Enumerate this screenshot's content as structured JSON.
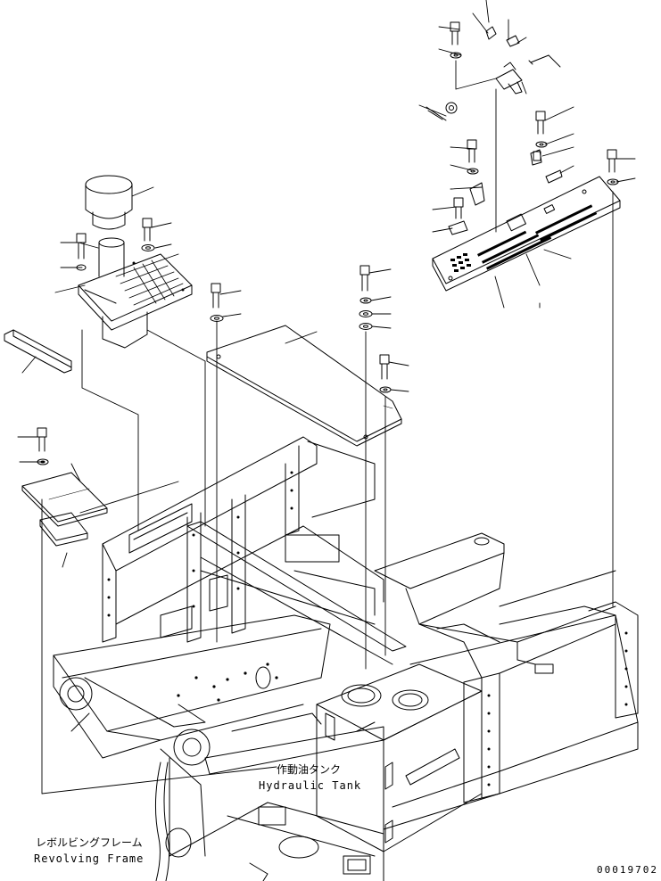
{
  "callouts": {
    "hydraulic_tank_jp": "作動油タンク",
    "hydraulic_tank_en": "Hydraulic Tank",
    "revolving_frame_jp": "レボルビングフレーム",
    "revolving_frame_en": "Revolving Frame"
  },
  "drawing_number": "00019702",
  "colors": {
    "line": "#000000",
    "paper": "#ffffff"
  }
}
